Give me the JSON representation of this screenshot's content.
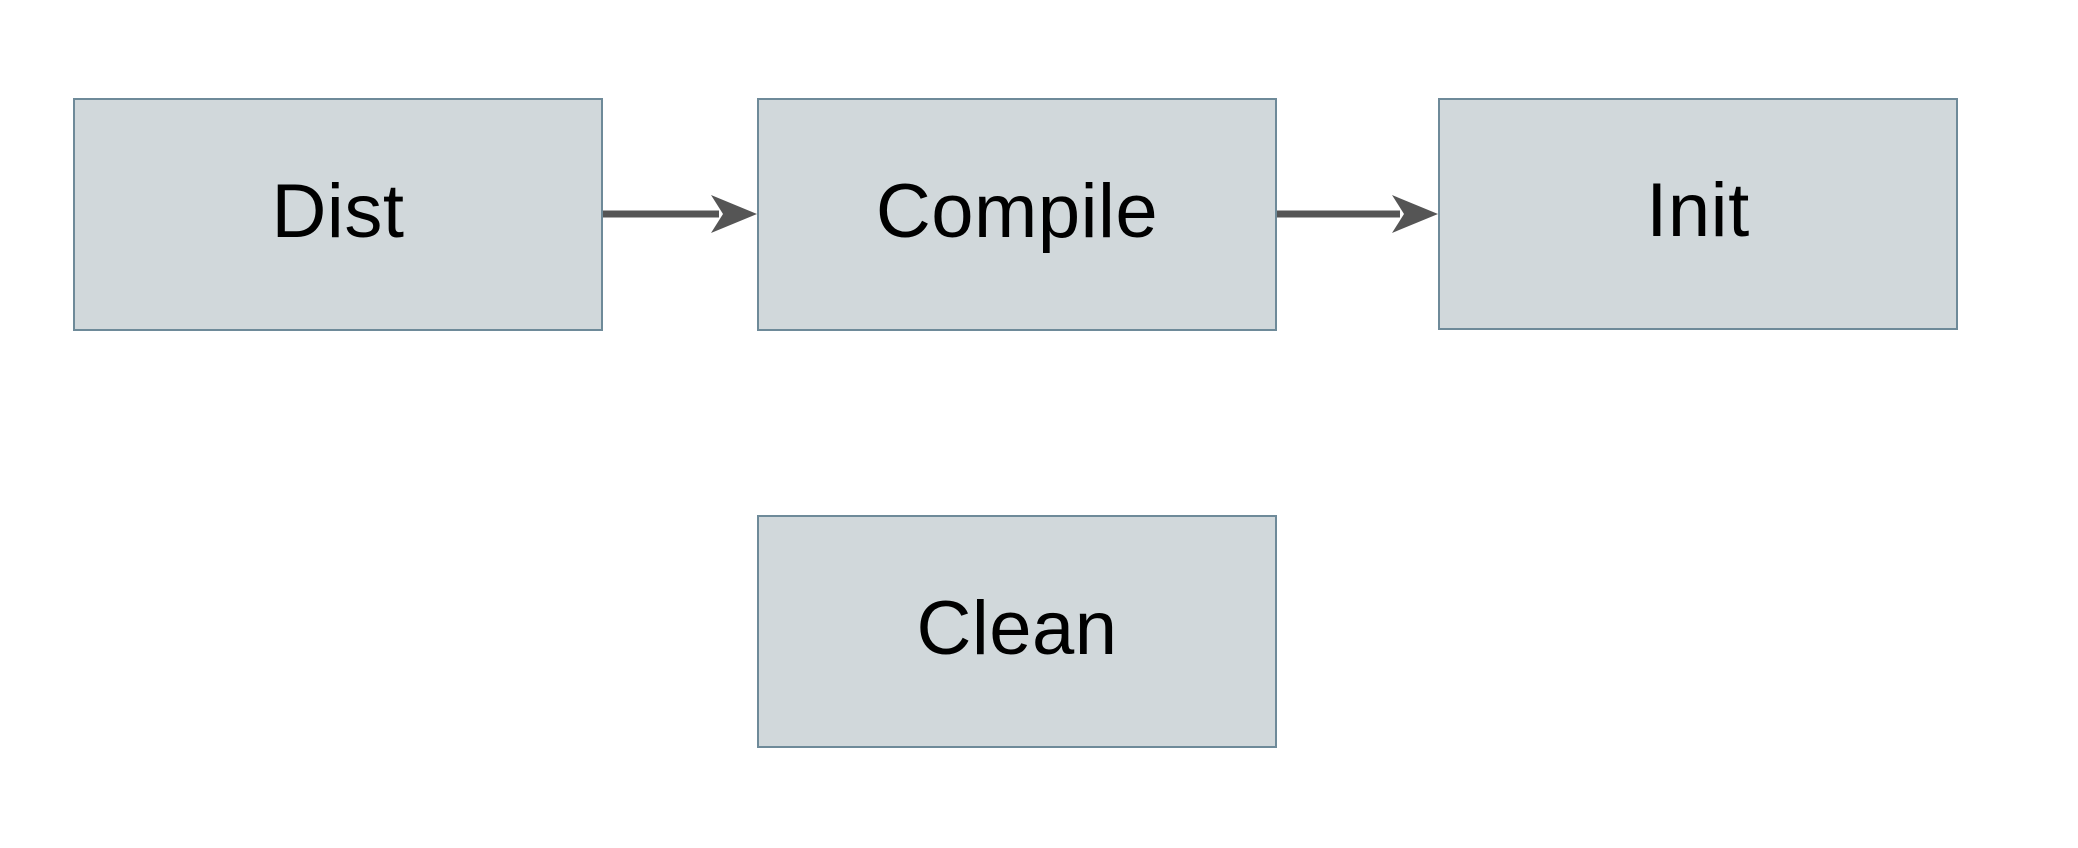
{
  "diagram": {
    "type": "flowchart",
    "nodes": [
      {
        "id": "dist",
        "label": "Dist"
      },
      {
        "id": "compile",
        "label": "Compile"
      },
      {
        "id": "init",
        "label": "Init"
      },
      {
        "id": "clean",
        "label": "Clean"
      }
    ],
    "edges": [
      {
        "from": "Dist",
        "to": "Compile",
        "style": "solid-arrow"
      },
      {
        "from": "Compile",
        "to": "Init",
        "style": "solid-arrow"
      }
    ],
    "colors": {
      "node_fill": "#d1d8db",
      "node_border": "#6e8a99",
      "arrow": "#555555",
      "text": "#000000",
      "background": "#ffffff"
    }
  }
}
